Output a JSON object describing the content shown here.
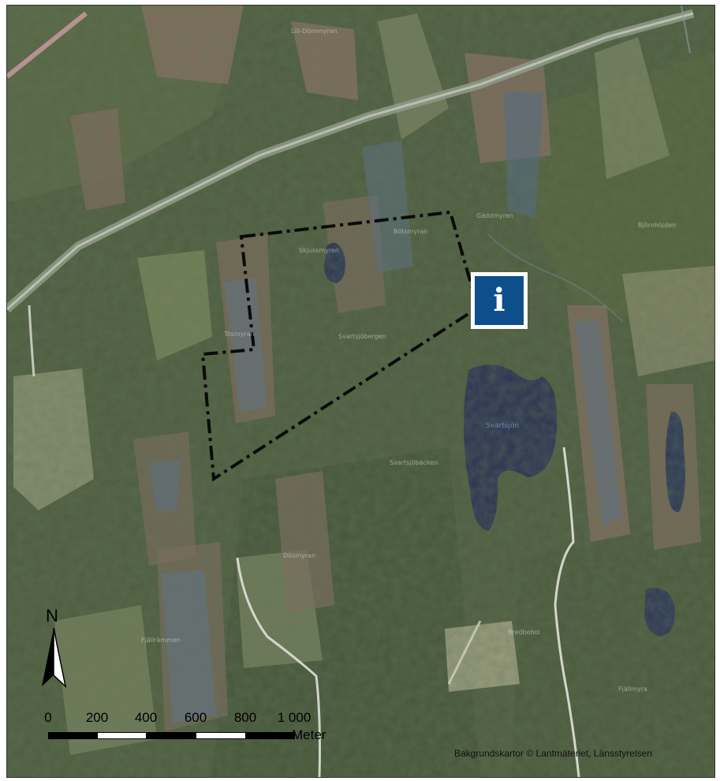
{
  "map": {
    "background": "aerial-orthophoto",
    "boundary_style": "dash-dot-black"
  },
  "info_marker": {
    "icon": "info-icon",
    "symbol": "i",
    "color": "#0d4f8b"
  },
  "north_arrow": {
    "label": "N"
  },
  "scale_bar": {
    "ticks": [
      "0",
      "200",
      "400",
      "600",
      "800",
      "1 000"
    ],
    "unit": "Meter"
  },
  "credit": "Bakgrundskartor © Lantmäteriet, Länsstyrelsen",
  "place_labels": {
    "lake_main": "Svartsjön",
    "l1": "Lill-Dömmyran",
    "l2": "Skjussmyren",
    "l3": "Gäddmyren",
    "l4": "Bötsmyran",
    "l5": "Björnhöjden",
    "l6": "Svartsjöbergen",
    "l7": "Tösmyran",
    "l8": "Dösmyran",
    "l9": "Svartsjöbäcken",
    "l10": "Fjällrämmen",
    "l11": "Bredbohol",
    "l12": "Fjällmyra"
  }
}
